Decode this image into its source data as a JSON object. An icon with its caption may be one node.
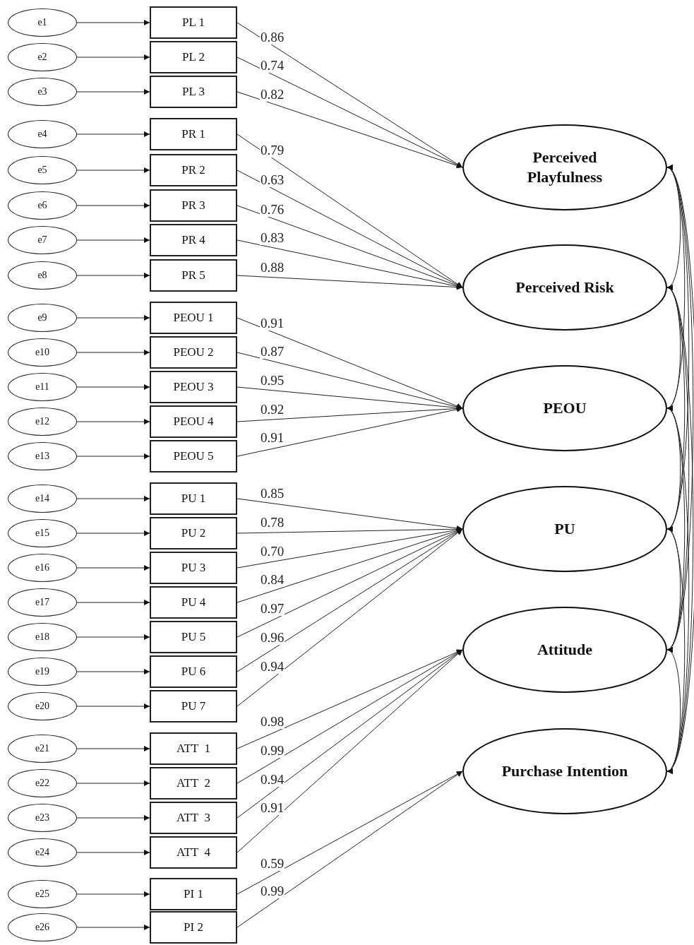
{
  "diagram": {
    "nodes": [
      {
        "text": [
          "e1"
        ]
      },
      {
        "text": [
          "e2"
        ]
      },
      {
        "text": [
          "e3"
        ]
      },
      {
        "text": [
          "e4"
        ]
      },
      {
        "text": [
          "e5"
        ]
      },
      {
        "text": [
          "e6"
        ]
      },
      {
        "text": [
          "e7"
        ]
      },
      {
        "text": [
          "e8"
        ]
      },
      {
        "text": [
          "e9"
        ]
      },
      {
        "text": [
          "e10"
        ]
      },
      {
        "text": [
          "e11"
        ]
      },
      {
        "text": [
          "e12"
        ]
      },
      {
        "text": [
          "e13"
        ]
      },
      {
        "text": [
          "e14"
        ]
      },
      {
        "text": [
          "e15"
        ]
      },
      {
        "text": [
          "e16"
        ]
      },
      {
        "text": [
          "e17"
        ]
      },
      {
        "text": [
          "e18"
        ]
      },
      {
        "text": [
          "e19"
        ]
      },
      {
        "text": [
          "e20"
        ]
      },
      {
        "text": [
          "e21"
        ]
      },
      {
        "text": [
          "e22"
        ]
      },
      {
        "text": [
          "e23"
        ]
      },
      {
        "text": [
          "e24"
        ]
      },
      {
        "text": [
          "e25"
        ]
      },
      {
        "text": [
          "e26"
        ]
      },
      {
        "text": [
          "PL 1"
        ]
      },
      {
        "text": [
          "PL 2"
        ]
      },
      {
        "text": [
          "PL 3"
        ]
      },
      {
        "text": [
          "PR 1"
        ]
      },
      {
        "text": [
          "PR 2"
        ]
      },
      {
        "text": [
          "PR 3"
        ]
      },
      {
        "text": [
          "PR 4"
        ]
      },
      {
        "text": [
          "PR 5"
        ]
      },
      {
        "text": [
          "PEOU 1"
        ]
      },
      {
        "text": [
          "PEOU 2"
        ]
      },
      {
        "text": [
          "PEOU 3"
        ]
      },
      {
        "text": [
          "PEOU 4"
        ]
      },
      {
        "text": [
          "PEOU 5"
        ]
      },
      {
        "text": [
          "PU 1"
        ]
      },
      {
        "text": [
          "PU 2"
        ]
      },
      {
        "text": [
          "PU 3"
        ]
      },
      {
        "text": [
          "PU 4"
        ]
      },
      {
        "text": [
          "PU 5"
        ]
      },
      {
        "text": [
          "PU 6"
        ]
      },
      {
        "text": [
          "PU 7"
        ]
      },
      {
        "text": [
          "ATT  1"
        ]
      },
      {
        "text": [
          "ATT  2"
        ]
      },
      {
        "text": [
          "ATT  3"
        ]
      },
      {
        "text": [
          "ATT  4"
        ]
      },
      {
        "text": [
          "PI 1"
        ]
      },
      {
        "text": [
          "PI 2"
        ]
      },
      {
        "text": [
          "Perceived Playfulness"
        ]
      },
      {
        "text": [
          "Perceived Risk"
        ]
      },
      {
        "text": [
          "PEOU"
        ]
      },
      {
        "text": [
          "PU"
        ]
      },
      {
        "text": [
          "Attitude"
        ]
      },
      {
        "text": [
          "Purchase Intention"
        ]
      }
    ],
    "edges": [
      {
        "from": 0,
        "to": 26,
        "arrow": "to"
      },
      {
        "from": 1,
        "to": 27,
        "arrow": "to"
      },
      {
        "from": 2,
        "to": 28,
        "arrow": "to"
      },
      {
        "from": 3,
        "to": 29,
        "arrow": "to"
      },
      {
        "from": 4,
        "to": 30,
        "arrow": "to"
      },
      {
        "from": 5,
        "to": 31,
        "arrow": "to"
      },
      {
        "from": 6,
        "to": 32,
        "arrow": "to"
      },
      {
        "from": 7,
        "to": 33,
        "arrow": "to"
      },
      {
        "from": 8,
        "to": 34,
        "arrow": "to"
      },
      {
        "from": 9,
        "to": 35,
        "arrow": "to"
      },
      {
        "from": 10,
        "to": 36,
        "arrow": "to"
      },
      {
        "from": 11,
        "to": 37,
        "arrow": "to"
      },
      {
        "from": 12,
        "to": 38,
        "arrow": "to"
      },
      {
        "from": 13,
        "to": 39,
        "arrow": "to"
      },
      {
        "from": 14,
        "to": 40,
        "arrow": "to"
      },
      {
        "from": 15,
        "to": 41,
        "arrow": "to"
      },
      {
        "from": 16,
        "to": 42,
        "arrow": "to"
      },
      {
        "from": 17,
        "to": 43,
        "arrow": "to"
      },
      {
        "from": 18,
        "to": 44,
        "arrow": "to"
      },
      {
        "from": 19,
        "to": 45,
        "arrow": "to"
      },
      {
        "from": 20,
        "to": 46,
        "arrow": "to"
      },
      {
        "from": 21,
        "to": 47,
        "arrow": "to"
      },
      {
        "from": 22,
        "to": 48,
        "arrow": "to"
      },
      {
        "from": 23,
        "to": 49,
        "arrow": "to"
      },
      {
        "from": 24,
        "to": 50,
        "arrow": "to"
      },
      {
        "from": 25,
        "to": 51,
        "arrow": "to"
      },
      {
        "from": 26,
        "to": 52,
        "arrow": "to",
        "label": "0.86"
      },
      {
        "from": 27,
        "to": 52,
        "arrow": "to",
        "label": "0.74"
      },
      {
        "from": 28,
        "to": 52,
        "arrow": "to",
        "label": "0.82"
      },
      {
        "from": 29,
        "to": 53,
        "arrow": "to",
        "label": "0.79"
      },
      {
        "from": 30,
        "to": 53,
        "arrow": "to",
        "label": "0.63"
      },
      {
        "from": 31,
        "to": 53,
        "arrow": "to",
        "label": "0.76"
      },
      {
        "from": 32,
        "to": 53,
        "arrow": "to",
        "label": "0.83"
      },
      {
        "from": 33,
        "to": 53,
        "arrow": "to",
        "label": "0.88"
      },
      {
        "from": 34,
        "to": 54,
        "arrow": "to",
        "label": "0.91"
      },
      {
        "from": 35,
        "to": 54,
        "arrow": "to",
        "label": "0.87"
      },
      {
        "from": 36,
        "to": 54,
        "arrow": "to",
        "label": "0.95"
      },
      {
        "from": 37,
        "to": 54,
        "arrow": "to",
        "label": "0.92"
      },
      {
        "from": 38,
        "to": 54,
        "arrow": "to",
        "label": "0.91"
      },
      {
        "from": 39,
        "to": 55,
        "arrow": "to",
        "label": "0.85"
      },
      {
        "from": 40,
        "to": 55,
        "arrow": "to",
        "label": "0.78"
      },
      {
        "from": 41,
        "to": 55,
        "arrow": "to",
        "label": "0.70"
      },
      {
        "from": 42,
        "to": 55,
        "arrow": "to",
        "label": "0.84"
      },
      {
        "from": 43,
        "to": 55,
        "arrow": "to",
        "label": "0.97"
      },
      {
        "from": 44,
        "to": 55,
        "arrow": "to",
        "label": "0.96"
      },
      {
        "from": 45,
        "to": 55,
        "arrow": "to",
        "label": "0.94"
      },
      {
        "from": 46,
        "to": 56,
        "arrow": "to",
        "label": "0.98"
      },
      {
        "from": 47,
        "to": 56,
        "arrow": "to",
        "label": "0.99"
      },
      {
        "from": 48,
        "to": 56,
        "arrow": "to",
        "label": "0.94"
      },
      {
        "from": 49,
        "to": 56,
        "arrow": "to",
        "label": "0.91"
      },
      {
        "from": 50,
        "to": 57,
        "arrow": "to",
        "label": "0.59"
      },
      {
        "from": 51,
        "to": 57,
        "arrow": "to",
        "label": "0.99"
      },
      {
        "from": 52,
        "to": 53,
        "arrow": "both"
      },
      {
        "from": 52,
        "to": 54,
        "arrow": "both"
      },
      {
        "from": 52,
        "to": 55,
        "arrow": "both"
      },
      {
        "from": 52,
        "to": 56,
        "arrow": "both"
      },
      {
        "from": 52,
        "to": 57,
        "arrow": "both"
      },
      {
        "from": 53,
        "to": 54,
        "arrow": "both"
      },
      {
        "from": 53,
        "to": 55,
        "arrow": "both"
      },
      {
        "from": 53,
        "to": 56,
        "arrow": "both"
      },
      {
        "from": 53,
        "to": 57,
        "arrow": "both"
      },
      {
        "from": 54,
        "to": 55,
        "arrow": "both"
      },
      {
        "from": 54,
        "to": 56,
        "arrow": "both"
      },
      {
        "from": 54,
        "to": 57,
        "arrow": "both"
      },
      {
        "from": 55,
        "to": 56,
        "arrow": "both"
      },
      {
        "from": 55,
        "to": 57,
        "arrow": "both"
      },
      {
        "from": 56,
        "to": 57,
        "arrow": "both"
      }
    ]
  }
}
